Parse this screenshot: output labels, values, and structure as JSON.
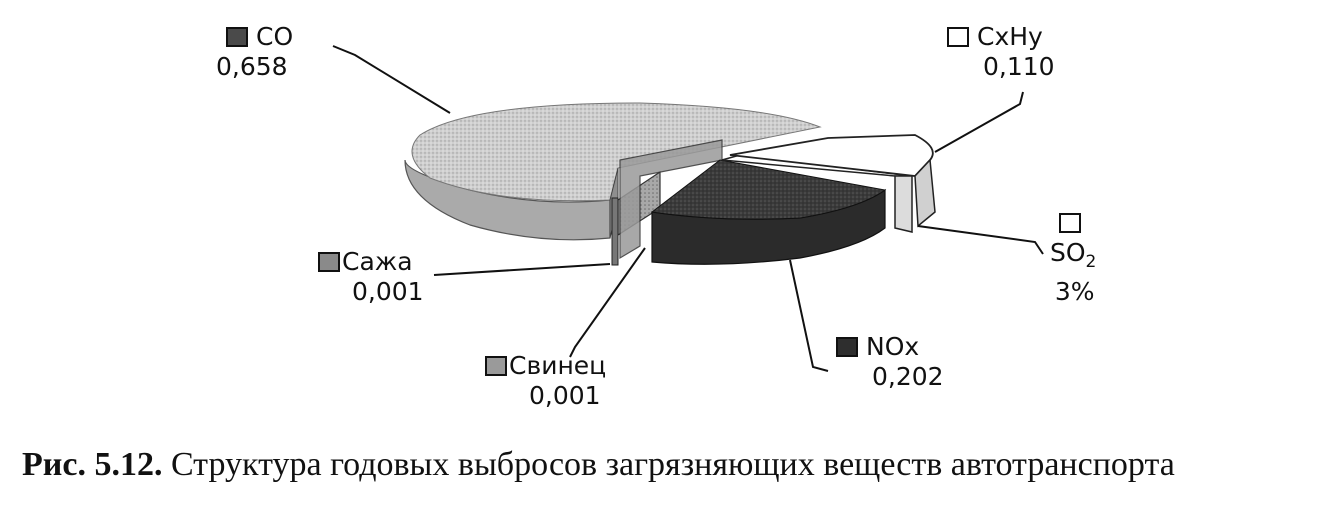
{
  "chart_data": {
    "type": "pie",
    "style": "3d-exploded",
    "slices": [
      {
        "name": "CO",
        "label": "CO",
        "value": "0,658",
        "numeric": 0.658,
        "color": "#bdbdbd"
      },
      {
        "name": "CxHy",
        "label": "CxHy",
        "value": "0,110",
        "numeric": 0.11,
        "color": "#ffffff"
      },
      {
        "name": "SO2",
        "label": "SO",
        "label_sub": "2",
        "value": "3%",
        "numeric": 0.03,
        "color": "#ffffff"
      },
      {
        "name": "NOx",
        "label": "NOx",
        "value": "0,202",
        "numeric": 0.202,
        "color": "#3a3a3a"
      },
      {
        "name": "Свинец",
        "label": "Свинец",
        "value": "0,001",
        "numeric": 0.001,
        "color": "#9a9a9a"
      },
      {
        "name": "Сажа",
        "label": "Сажа",
        "value": "0,001",
        "numeric": 0.001,
        "color": "#8a8a8a"
      }
    ]
  },
  "caption": {
    "number": "Рис. 5.12.",
    "text": "Структура годовых выбросов загрязняющих веществ автотранспорта"
  }
}
